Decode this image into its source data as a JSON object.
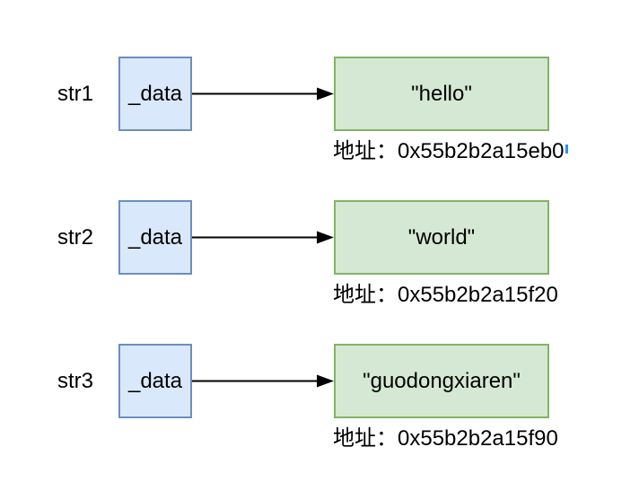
{
  "diagram": {
    "description": "Three std::string objects each holding a _data pointer to a heap-allocated character buffer",
    "colors": {
      "background": "#ffffff",
      "pointer_box_fill": "#dae8fc",
      "pointer_box_border": "#6c8ebf",
      "string_box_fill": "#d5e8d4",
      "string_box_border": "#82b366",
      "arrow": "#000000",
      "text": "#000000",
      "caret": "#2196f3"
    },
    "rows": [
      {
        "var_name": "str1",
        "field_label": "_data",
        "string_value": "\"hello\"",
        "address_label": "地址：0x55b2b2a15eb0"
      },
      {
        "var_name": "str2",
        "field_label": "_data",
        "string_value": "\"world\"",
        "address_label": "地址：0x55b2b2a15f20"
      },
      {
        "var_name": "str3",
        "field_label": "_data",
        "string_value": "\"guodongxiaren\"",
        "address_label": "地址：0x55b2b2a15f90"
      }
    ]
  }
}
